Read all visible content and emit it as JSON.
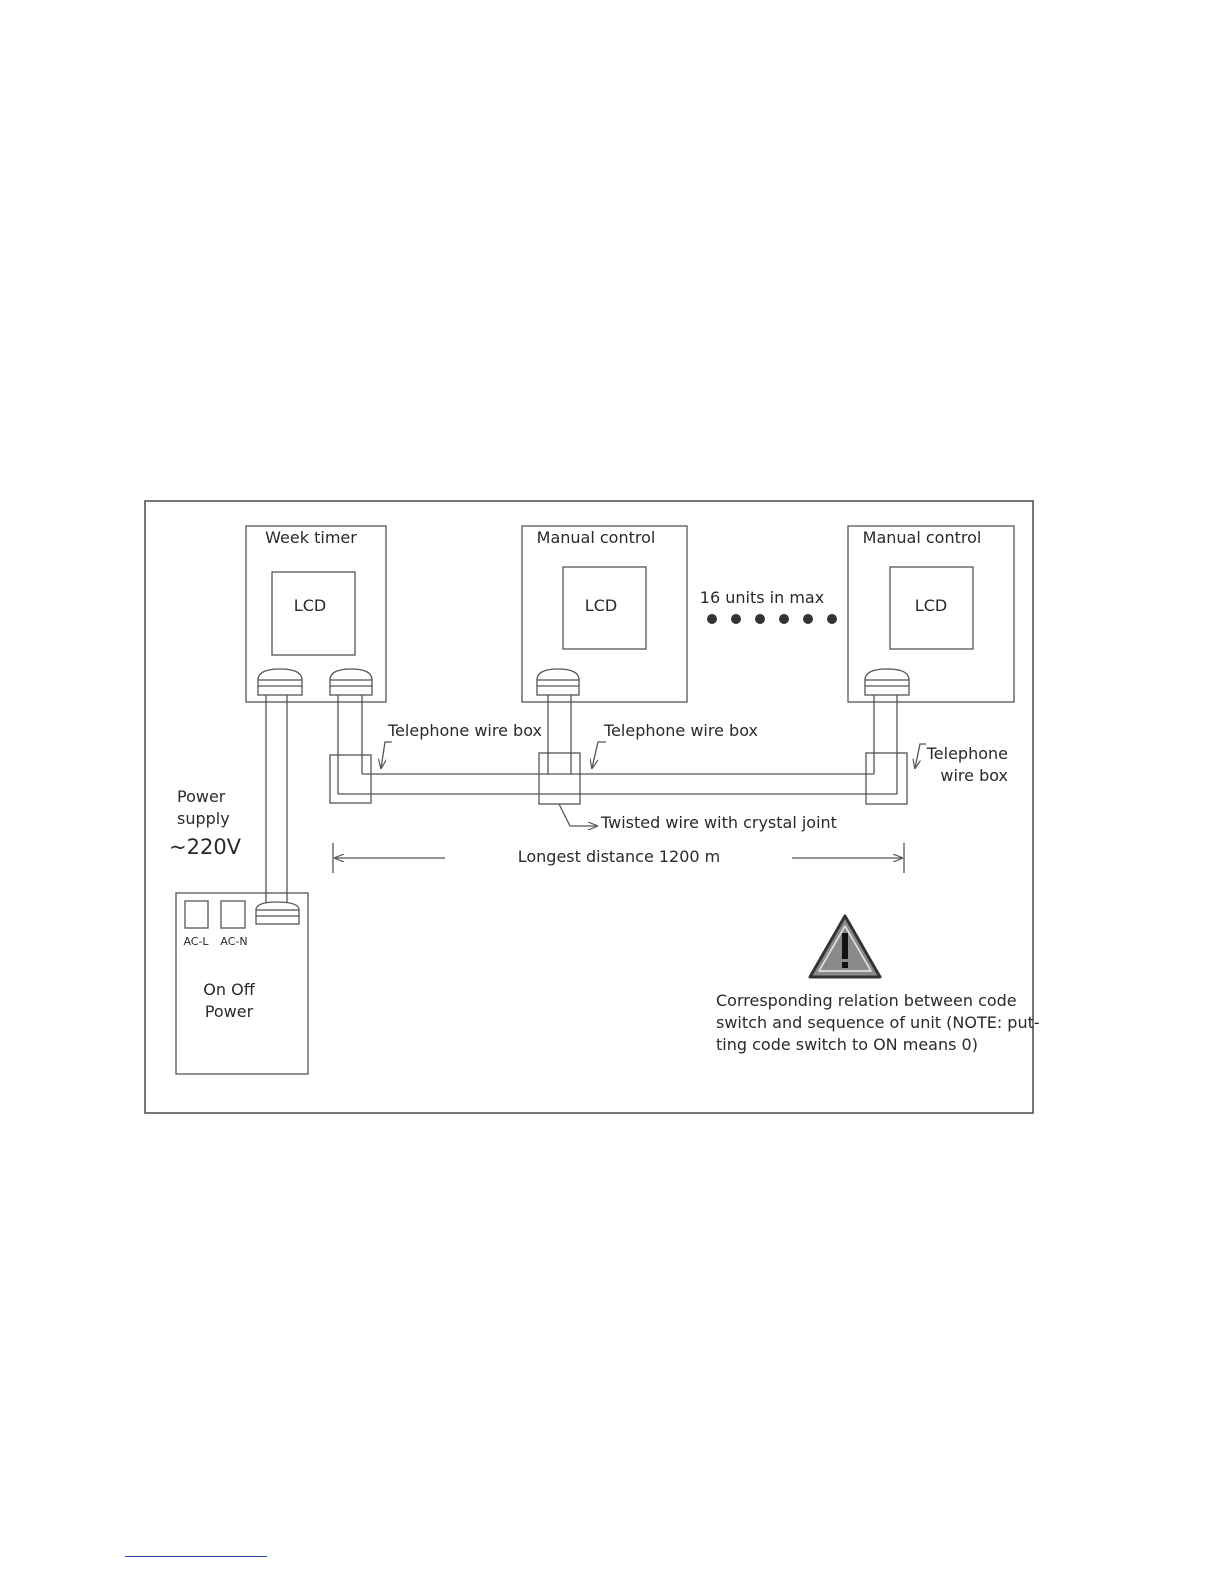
{
  "diagram": {
    "week_timer": {
      "title": "Week timer",
      "lcd": "LCD"
    },
    "manual_control_1": {
      "title": "Manual control",
      "lcd": "LCD"
    },
    "manual_control_2": {
      "title": "Manual control",
      "lcd": "LCD"
    },
    "max_units": "16 units in max",
    "labels": {
      "wire_box_1": "Telephone wire box",
      "wire_box_2": "Telephone wire box",
      "wire_box_3_line1": "Telephone",
      "wire_box_3_line2": "wire box",
      "twisted_wire": "Twisted wire with crystal joint",
      "distance": "Longest distance 1200 m",
      "power_supply_line1": "Power",
      "power_supply_line2": "supply",
      "voltage": "~220V"
    },
    "power_box": {
      "terminal_l": "AC-L",
      "terminal_n": "AC-N",
      "title_line1": "On Off",
      "title_line2": "Power"
    },
    "note": {
      "line1": "Corresponding relation between code",
      "line2": "switch and sequence of unit (NOTE: put-",
      "line3": "ting code switch to ON means 0)"
    },
    "colors": {
      "stroke": "#555555",
      "warning_fill": "#8a8a8a",
      "link": "#2a4fb0"
    }
  }
}
